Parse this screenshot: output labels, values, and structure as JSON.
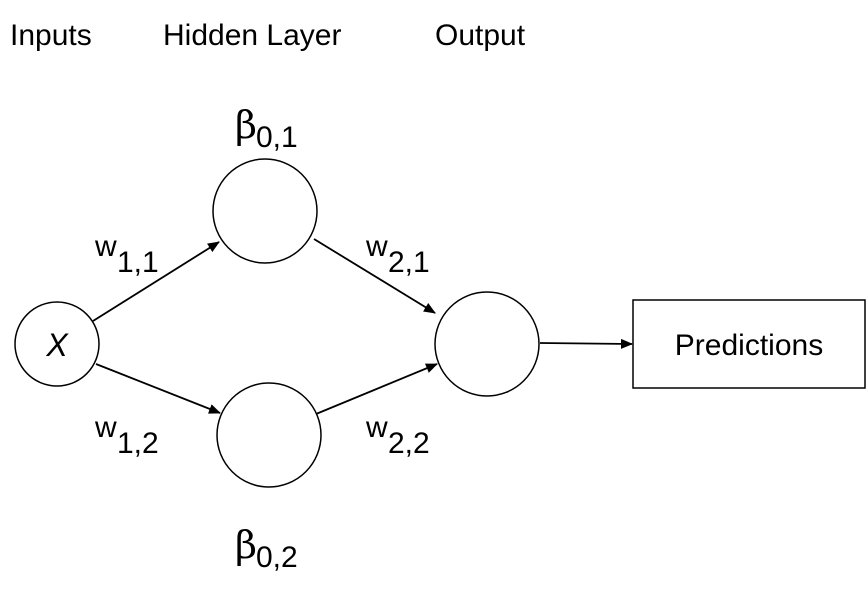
{
  "headers": {
    "inputs": "Inputs",
    "hidden": "Hidden Layer",
    "output": "Output"
  },
  "nodes": {
    "input": {
      "label": "X"
    },
    "hidden_1": {
      "label": ""
    },
    "hidden_2": {
      "label": ""
    },
    "output": {
      "label": ""
    }
  },
  "biases": {
    "b1": {
      "symbol": "β",
      "subscript": "0,1"
    },
    "b2": {
      "symbol": "β",
      "subscript": "0,2"
    }
  },
  "weights": {
    "w11": {
      "symbol": "w",
      "subscript": "1,1"
    },
    "w12": {
      "symbol": "w",
      "subscript": "1,2"
    },
    "w21": {
      "symbol": "w",
      "subscript": "2,1"
    },
    "w22": {
      "symbol": "w",
      "subscript": "2,2"
    }
  },
  "predictions_box": {
    "label": "Predictions"
  },
  "colors": {
    "stroke": "#000000",
    "background": "#ffffff"
  }
}
